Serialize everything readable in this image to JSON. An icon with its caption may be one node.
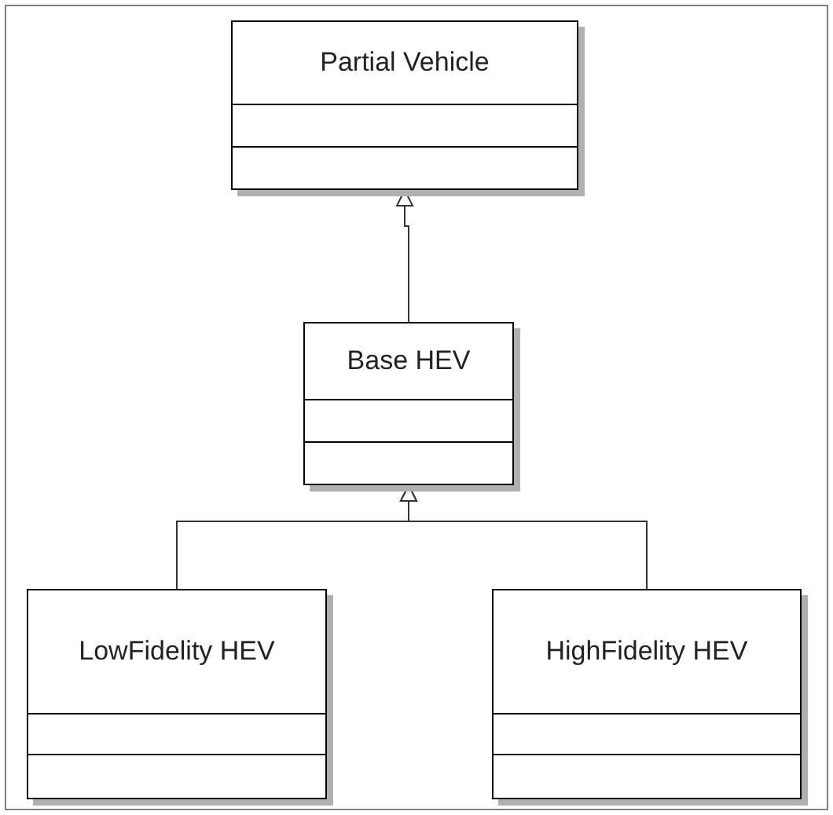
{
  "diagram": {
    "nodes": [
      {
        "text": [
          "Partial Vehicle"
        ]
      },
      {
        "text": [
          "Base HEV"
        ]
      },
      {
        "text": [
          "LowFidelity HEV"
        ]
      },
      {
        "text": [
          "HighFidelity HEV"
        ]
      }
    ],
    "edges": [
      {
        "from": 1,
        "to": 0,
        "arrow": "to"
      },
      {
        "from": 2,
        "to": 1,
        "arrow": "to"
      },
      {
        "from": 3,
        "to": 1,
        "arrow": "to"
      }
    ]
  }
}
